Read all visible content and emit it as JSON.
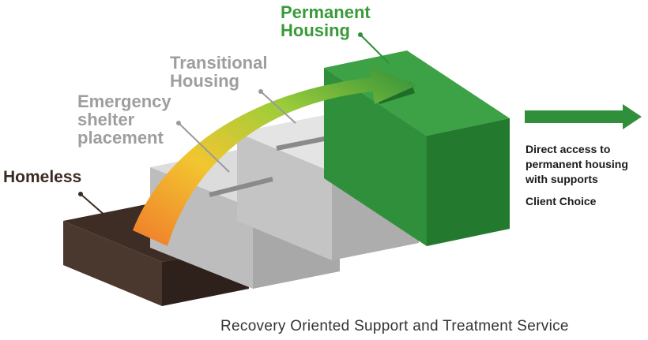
{
  "labels": {
    "permanent_housing": [
      "Permanent",
      "Housing"
    ],
    "transitional_housing": [
      "Transitional",
      "Housing"
    ],
    "emergency_shelter": [
      "Emergency",
      "shelter",
      "placement"
    ],
    "homeless": "Homeless"
  },
  "side_text": {
    "direct_access": [
      "Direct access to",
      "permanent housing",
      "with supports"
    ],
    "client_choice": "Client Choice"
  },
  "footer": "Recovery Oriented Support and Treatment Service",
  "colors": {
    "homeless_block": "#4a372d",
    "step_gray": "#c8c8c8",
    "permanent_green": "#2f8f3a",
    "label_gray": "#9e9e9e",
    "label_green": "#3a9a3a",
    "arrow_gradient": [
      "#f07a2a",
      "#f2c630",
      "#9ccd3a",
      "#2f8f3a"
    ]
  }
}
